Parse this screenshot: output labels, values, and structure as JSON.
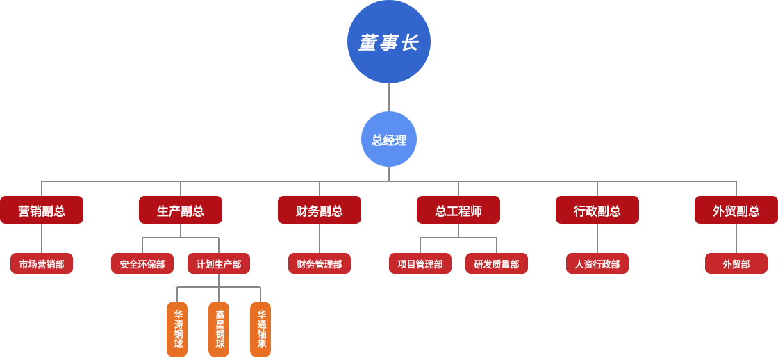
{
  "chart": {
    "chairman": "董事长",
    "general_manager": "总经理",
    "vps": {
      "marketing": "营销副总",
      "production": "生产副总",
      "finance": "财务副总",
      "chief_engineer": "总工程师",
      "admin": "行政副总",
      "foreign_trade": "外贸副总"
    },
    "departments": {
      "market_marketing": "市场营销部",
      "safety_env": "安全环保部",
      "production_planning": "计划生产部",
      "finance_mgmt": "财务管理部",
      "project_mgmt": "项目管理部",
      "rd_quality": "研发质量部",
      "hr_admin": "人资行政部",
      "foreign_trade_dept": "外贸部"
    },
    "subsidiaries": {
      "huatao": "华涛钢球",
      "xinxing": "鑫星钢球",
      "huatong": "华通轴承"
    }
  },
  "colors": {
    "chairman": "#3366cc",
    "general_manager": "#5b8ff2",
    "vp": "#b30f16",
    "department": "#c6282b",
    "subsidiary": "#e87025",
    "connector": "#888888"
  }
}
